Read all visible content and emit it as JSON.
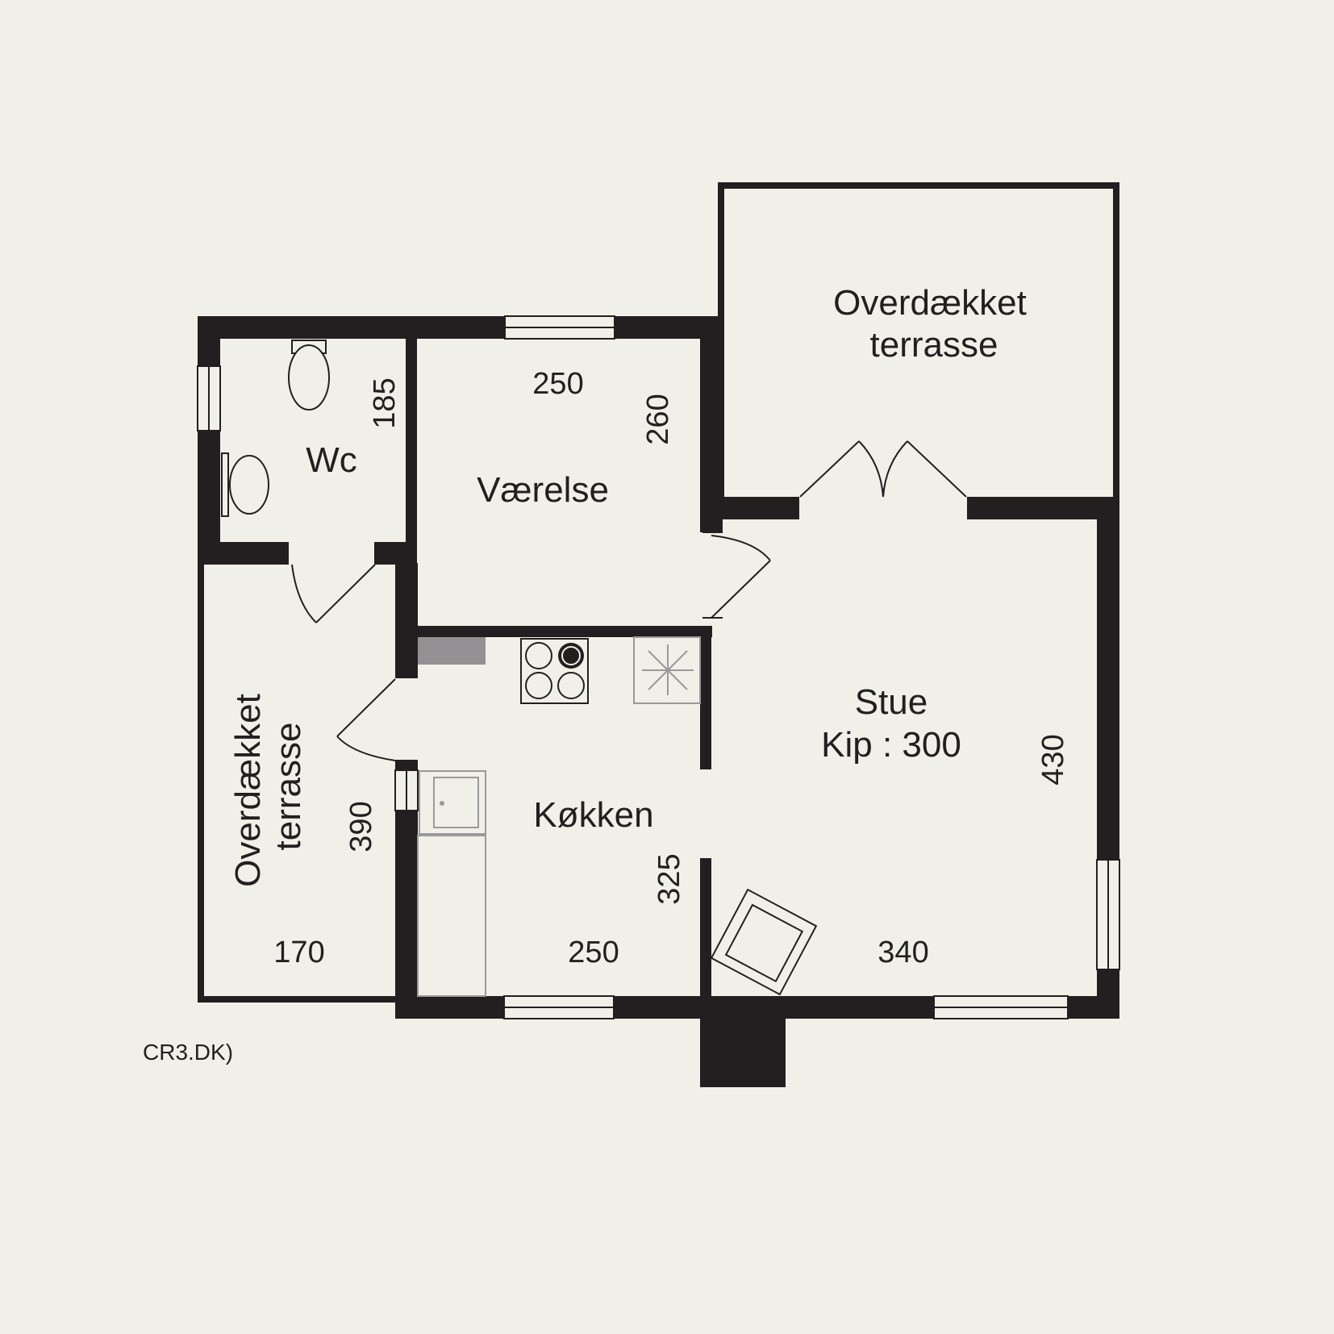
{
  "rooms": {
    "wc": "Wc",
    "vaerelse": "Værelse",
    "overdaekket_top_line1": "Overdækket",
    "overdaekket_top_line2": "terrasse",
    "overdaekket_left_line1": "Overdækket",
    "overdaekket_left_line2": "terrasse",
    "stue_line1": "Stue",
    "stue_line2": "Kip : 300",
    "kokken": "Køkken"
  },
  "dimensions": {
    "wc_height": "185",
    "vaerelse_width": "250",
    "vaerelse_height": "260",
    "terrace_left_height": "390",
    "terrace_left_width": "170",
    "kitchen_height": "325",
    "kitchen_width": "250",
    "stue_height": "430",
    "stue_width": "340"
  },
  "credit": "CR3.DK)",
  "colors": {
    "wall": "#231f20",
    "background": "#f1f0e8",
    "counter": "#939193"
  }
}
